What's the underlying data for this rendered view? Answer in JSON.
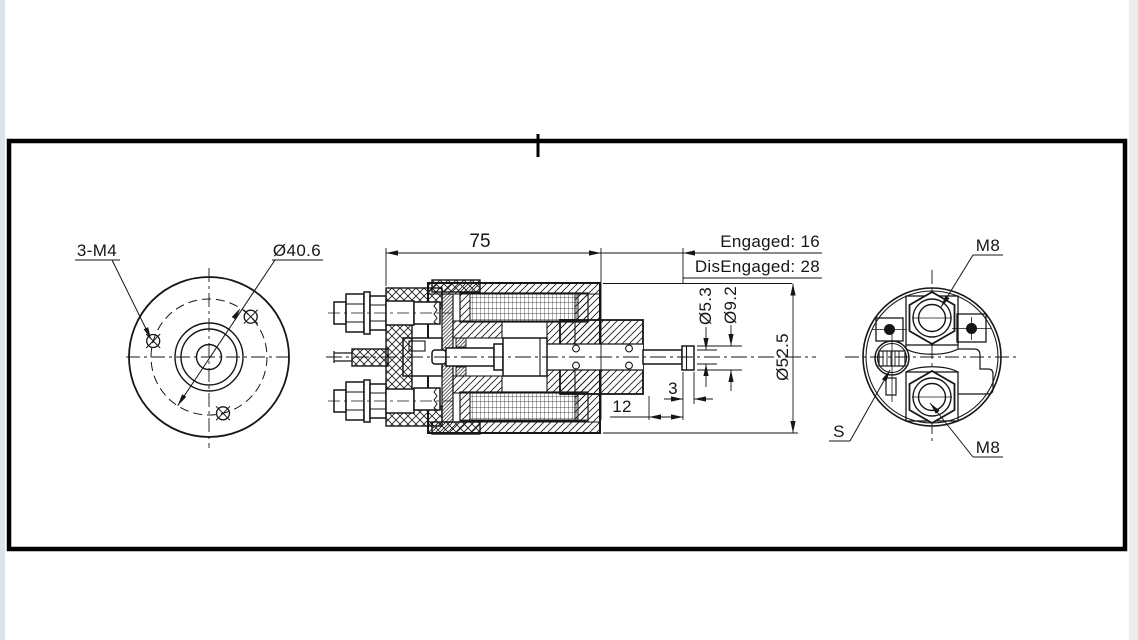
{
  "sheet": {
    "frame_color": "#000000",
    "line_color": "#161616",
    "background": "#ffffff",
    "left_edge_strip_color": "#dde4ea",
    "right_edge_strip_color": "#ecedeb"
  },
  "flange_view": {
    "thread_label": "3-M4",
    "bolt_circle_dia": "Ø40.6"
  },
  "section_view": {
    "body_length": "75",
    "engaged": "Engaged: 16",
    "disengaged": "DisEngaged: 28",
    "shaft_dia": "Ø5.3",
    "tip_dia": "Ø9.2",
    "body_dia": "Ø52.5",
    "shaft_length": "12",
    "tip_length": "3"
  },
  "terminal_view": {
    "top_terminal": "M8",
    "bottom_terminal": "M8",
    "switch_terminal": "S"
  }
}
